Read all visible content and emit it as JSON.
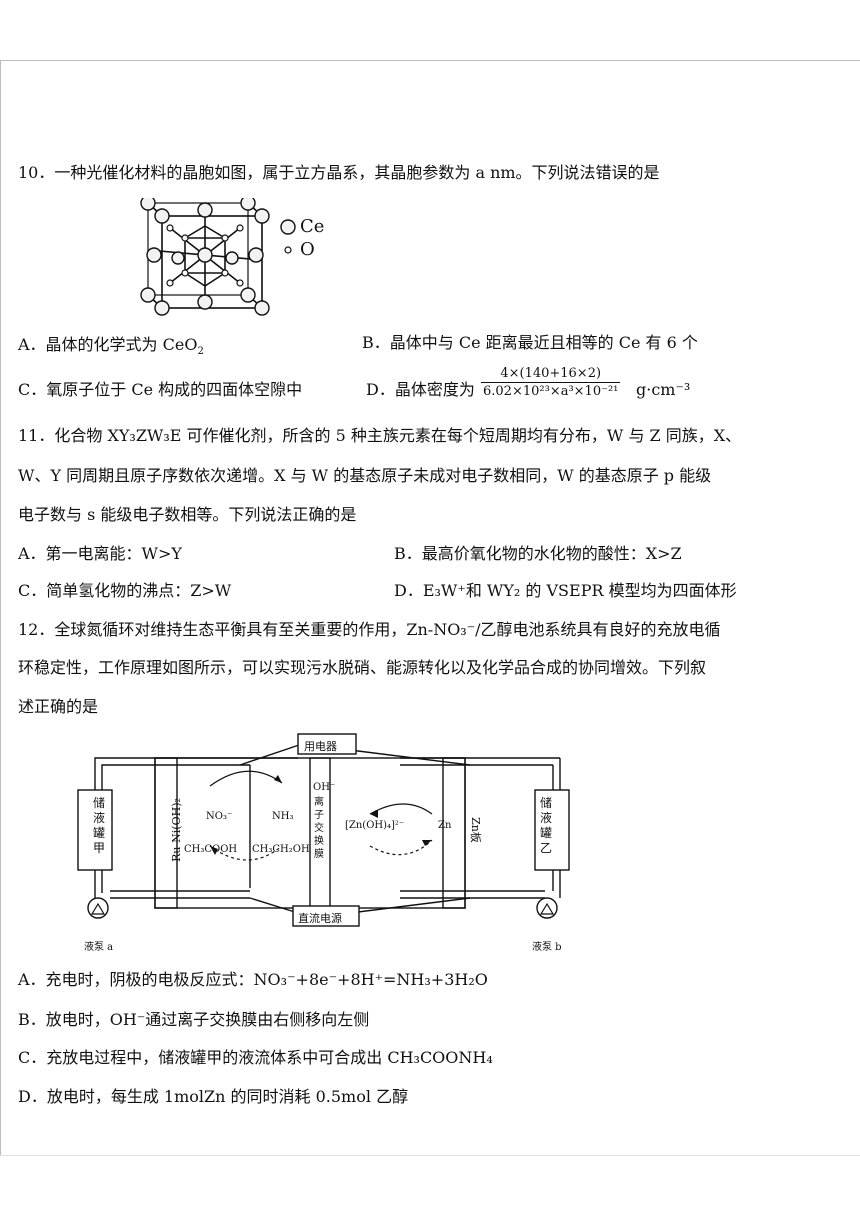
{
  "q10": {
    "stem": "10．一种光催化材料的晶胞如图，属于立方晶系，其晶胞参数为 a nm。下列说法错误的是",
    "legend_ce": "Ce",
    "legend_o": "O",
    "A": "A．晶体的化学式为 CeO",
    "A_sub": "2",
    "B": "B．晶体中与 Ce 距离最近且相等的 Ce 有 6 个",
    "C": "C．氧原子位于 Ce 构成的四面体空隙中",
    "D_prefix": "D．晶体密度为",
    "D_num": "4×(140+16×2)",
    "D_den": "6.02×10²³×a³×10⁻²¹",
    "D_unit": "g·cm⁻³"
  },
  "q11": {
    "line1": "11．化合物 XY₃ZW₃E 可作催化剂，所含的 5 种主族元素在每个短周期均有分布，W 与 Z 同族，X、",
    "line2": "W、Y 同周期且原子序数依次递增。X 与 W 的基态原子未成对电子数相同，W 的基态原子 p 能级",
    "line3": "电子数与 s 能级电子数相等。下列说法正确的是",
    "A": "A．第一电离能：W>Y",
    "B": "B．最高价氧化物的水化物的酸性：X>Z",
    "C": "C．简单氢化物的沸点：Z>W",
    "D": "D．E₃W⁺和 WY₂ 的 VSEPR 模型均为四面体形"
  },
  "q12": {
    "line1": "12．全球氮循环对维持生态平衡具有至关重要的作用，Zn-NO₃⁻/乙醇电池系统具有良好的充放电循",
    "line2": "环稳定性，工作原理如图所示，可以实现污水脱硝、能源转化以及化学品合成的协同增效。下列叙",
    "line3": "述正确的是",
    "diagram": {
      "load": "用电器",
      "dc_source": "直流电源",
      "tank_a": "储液罐甲",
      "tank_b": "储液罐乙",
      "pump_a": "液泵 a",
      "pump_b": "液泵 b",
      "left_electrode": "Ru-Ni(OH)₂",
      "right_electrode": "Zn板",
      "membrane_ion": "OH⁻",
      "membrane": "离子交换膜",
      "no3": "NO₃⁻",
      "nh3": "NH₃",
      "ch3cooh": "CH₃COOH",
      "ethanol": "CH₃CH₂OH",
      "zincate": "[Zn(OH)₄]²⁻",
      "zn": "Zn"
    },
    "A": "A．充电时，阴极的电极反应式：NO₃⁻+8e⁻+8H⁺=NH₃+3H₂O",
    "B": "B．放电时，OH⁻通过离子交换膜由右侧移向左侧",
    "C": "C．充放电过程中，储液罐甲的液流体系中可合成出 CH₃COONH₄",
    "D": "D．放电时，每生成 1molZn 的同时消耗 0.5mol 乙醇"
  }
}
